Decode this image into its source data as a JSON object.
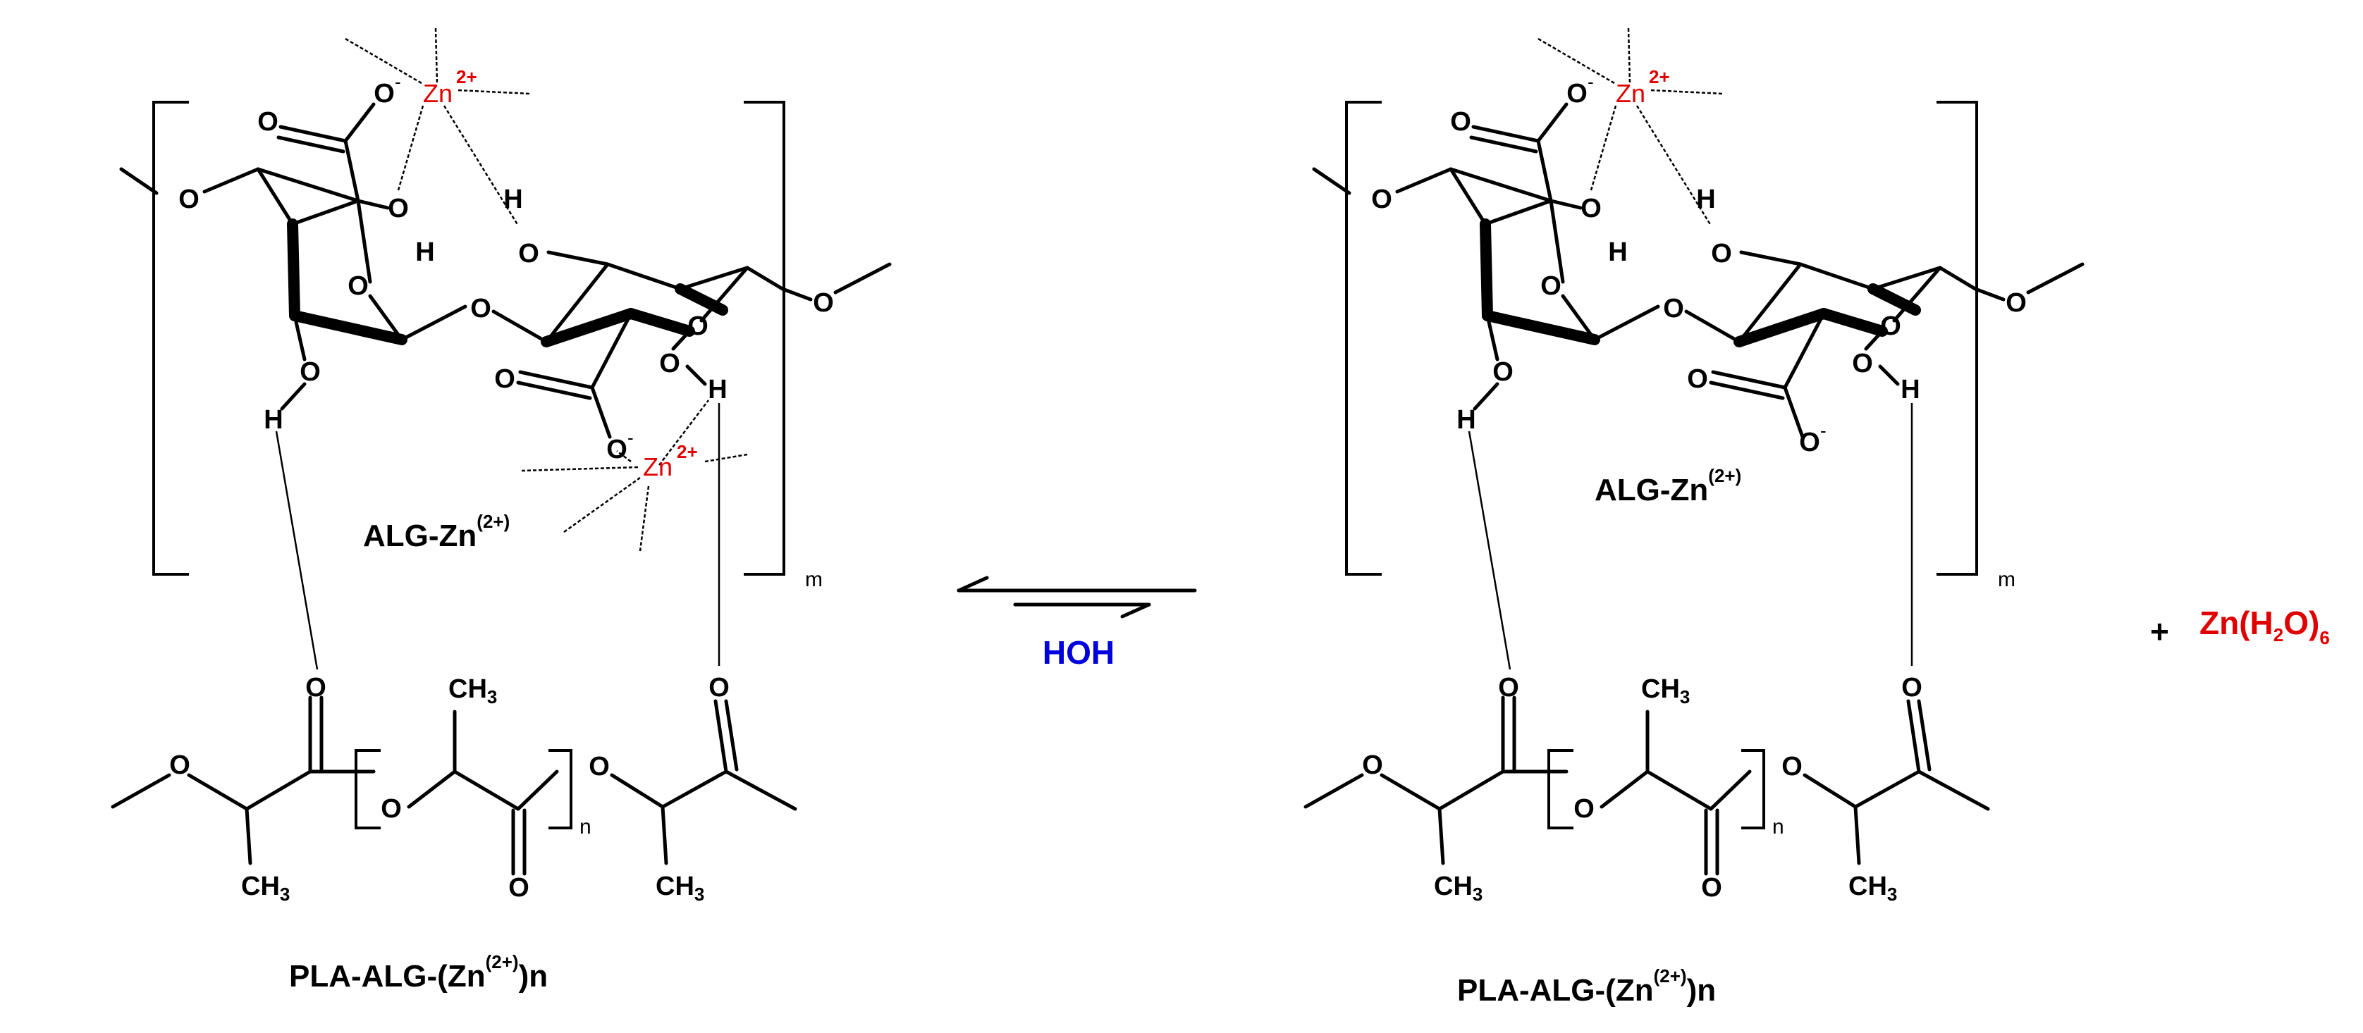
{
  "atoms": {
    "oxygen": "O",
    "hydrogen": "H",
    "methyl": "CH",
    "methyl_sub": "3",
    "charge_minus": "-"
  },
  "zinc": {
    "symbol": "Zn",
    "charge": "2+"
  },
  "labels": {
    "alg_zn_main": "ALG-Zn",
    "alg_zn_sup": "(2+)",
    "pla_main": "PLA-ALG-(Zn",
    "pla_sup": "(2+)",
    "pla_end": ")n",
    "repeat_m": "m",
    "repeat_n": "n"
  },
  "reaction": {
    "reagent": "HOH",
    "plus": "+",
    "product_zn": "Zn(H",
    "product_h_sub": "2",
    "product_mid": "O)",
    "product_sub": "6"
  },
  "colors": {
    "zinc": "#e00000",
    "reagent": "#0000dd",
    "ink": "#000000"
  }
}
